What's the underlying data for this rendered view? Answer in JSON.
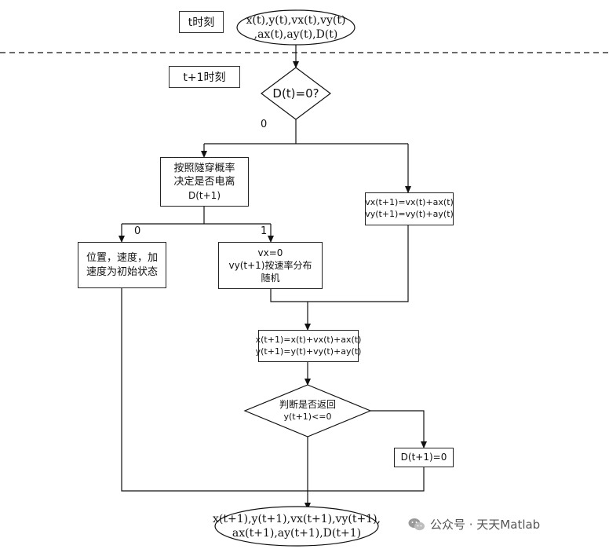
{
  "time_labels": {
    "t": "t时刻",
    "t1": "t+1时刻"
  },
  "start_state": {
    "line1": "x(t),y(t),vx(t),vy(t)",
    "line2": ",ax(t),ay(t),D(t)"
  },
  "decision_d": "D(t)=0?",
  "branch_labels": {
    "zero_top": "0",
    "zero_left": "0",
    "one": "1"
  },
  "ionization_box": {
    "line1": "按照隧穿概率",
    "line2": "决定是否电离",
    "line3": "D(t+1)"
  },
  "velocity_box": {
    "line1": "vx(t+1)=vx(t)+ax(t)",
    "line2": "vy(t+1)=vy(t)+ay(t)"
  },
  "initial_box": {
    "line1": "位置，速度，加",
    "line2": "速度为初始状态"
  },
  "random_box": {
    "line1": "vx=0",
    "line2": "vy(t+1)按速率分布",
    "line3": "随机"
  },
  "position_box": {
    "line1": "x(t+1)=x(t)+vx(t)+ax(t)",
    "line2": "y(t+1)=y(t)+vy(t)+ay(t)"
  },
  "return_decision": {
    "line1": "判断是否返回",
    "line2": "y(t+1)<=0"
  },
  "d_reset": "D(t+1)=0",
  "end_state": {
    "line1": "x(t+1),y(t+1),vx(t+1),vy(t+1),",
    "line2": "ax(t+1),ay(t+1),D(t+1)"
  },
  "watermark": {
    "text": "公众号 · 天天Matlab",
    "icon": "wechat-icon"
  }
}
